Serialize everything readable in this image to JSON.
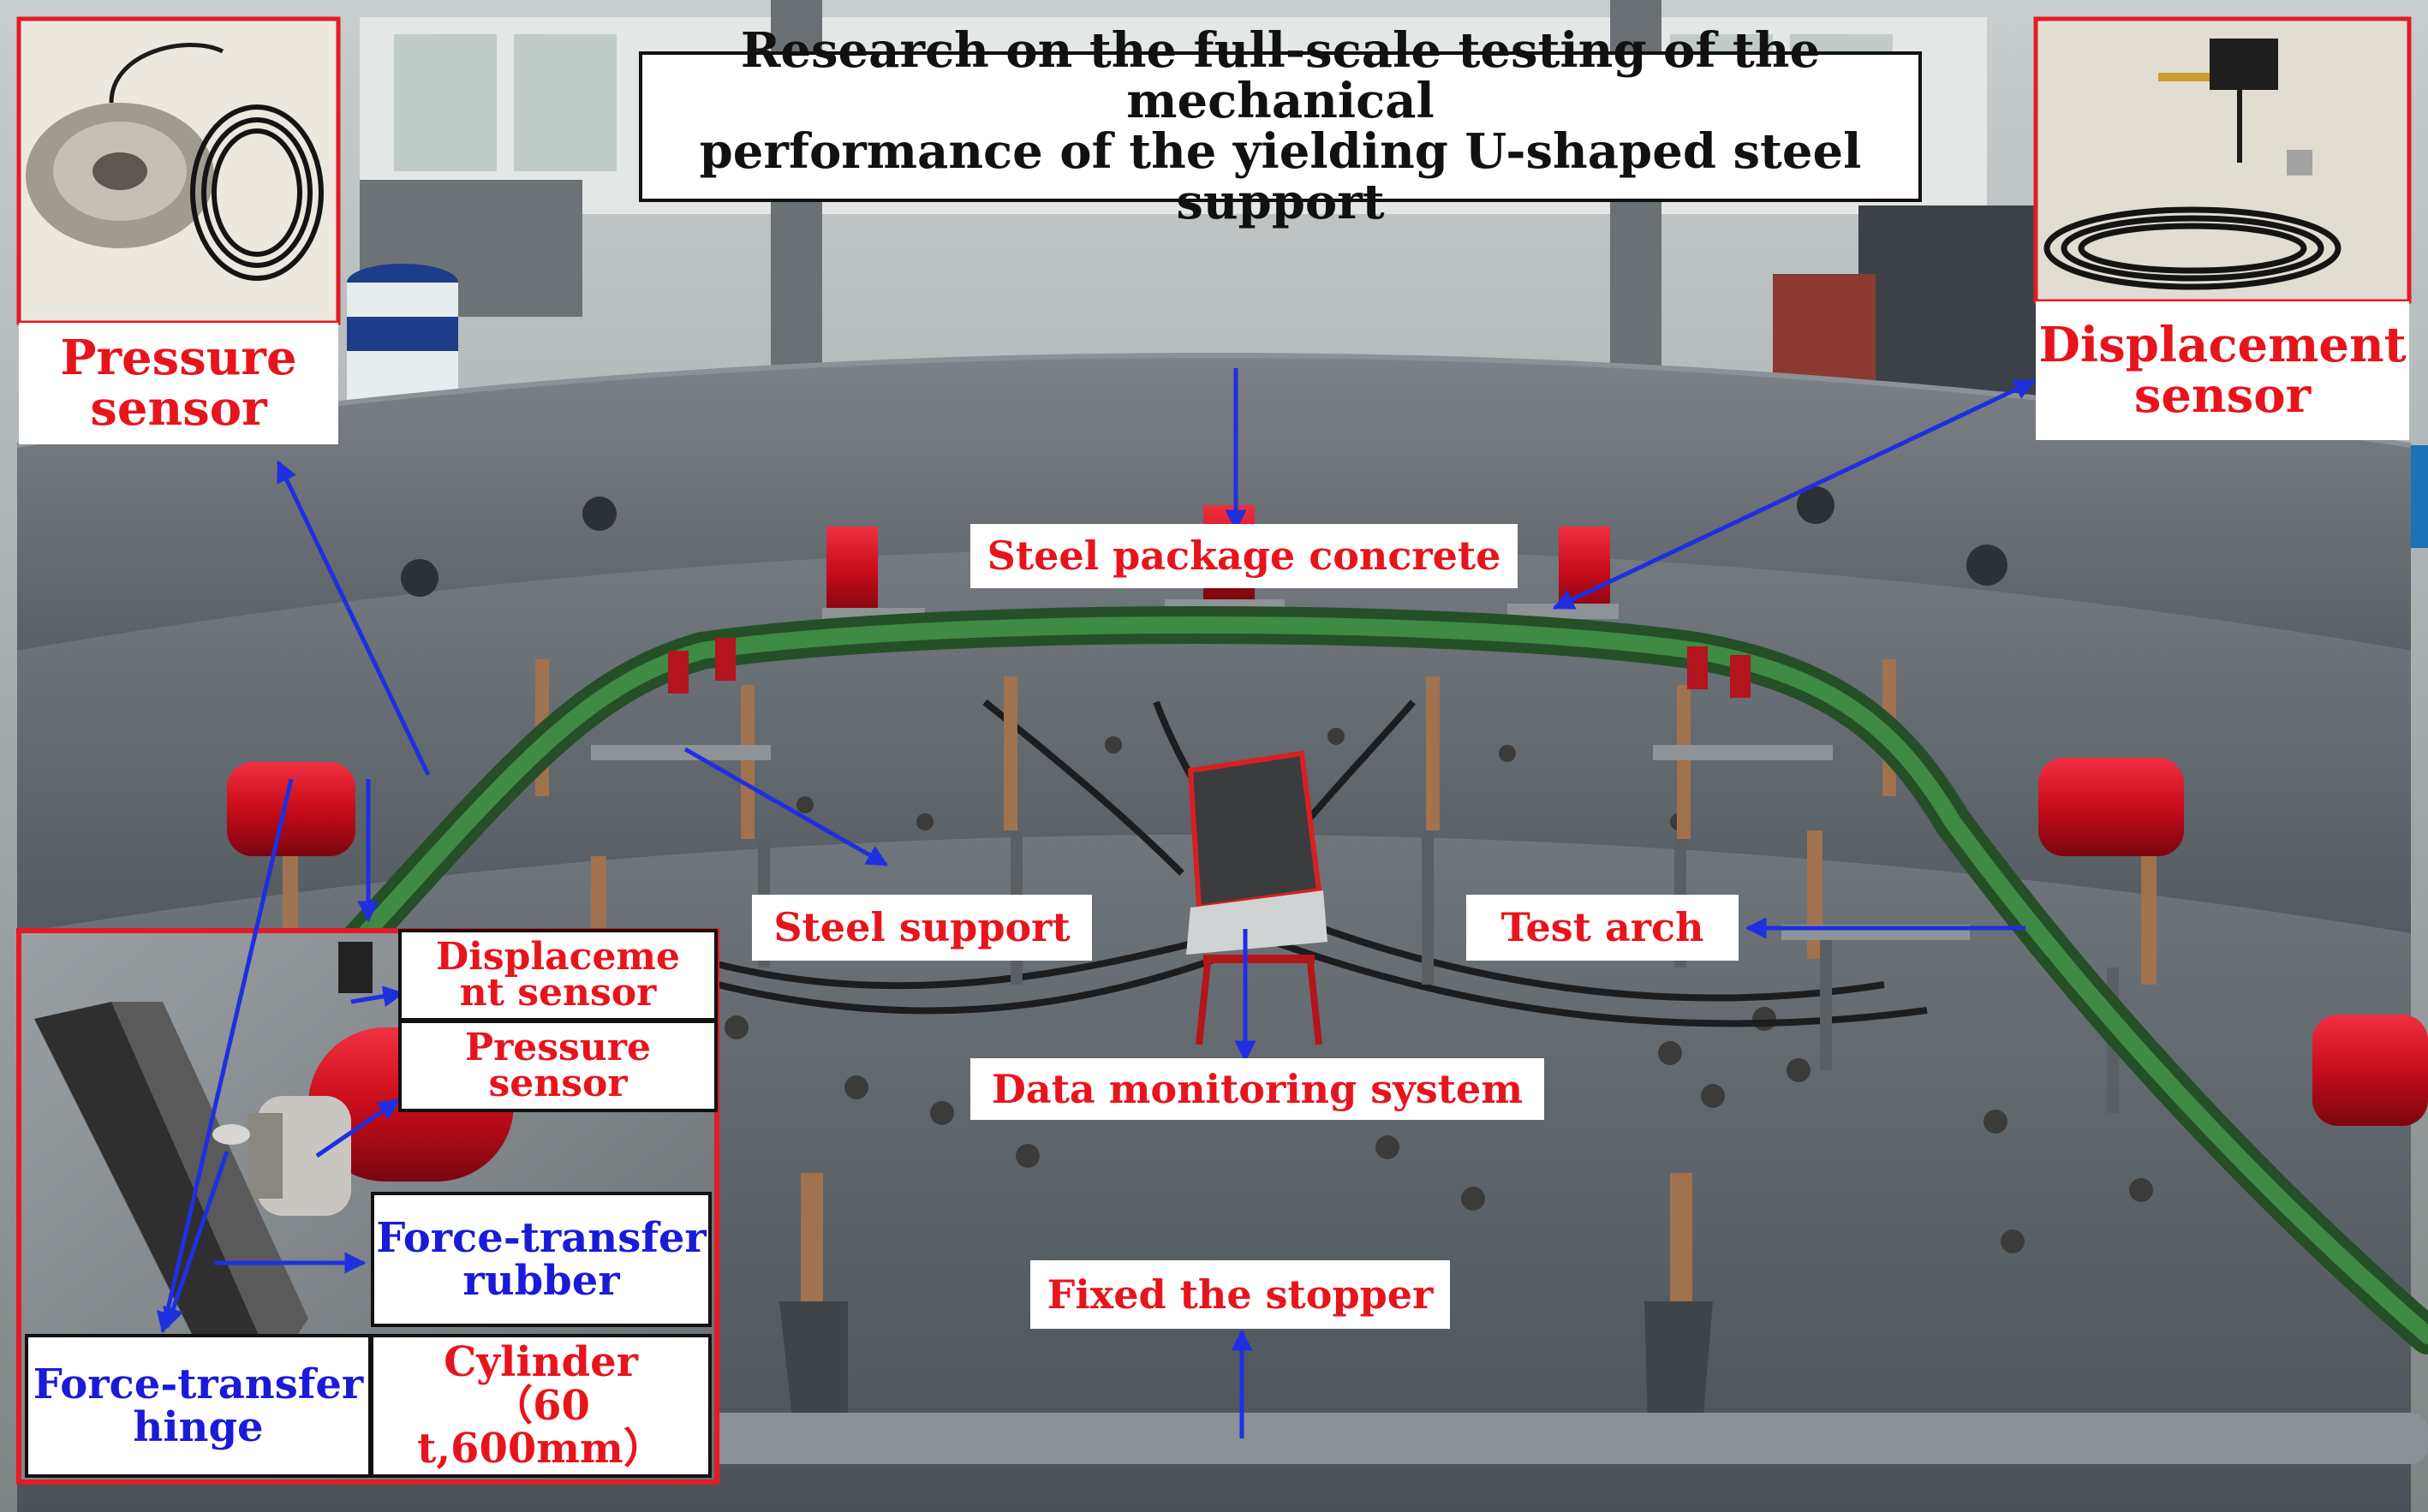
{
  "title": "Research on the full-scale testing of the mechanical\nperformance of the yielding U-shaped steel support",
  "labels": {
    "pressure_sensor": "Pressure\nsensor",
    "displacement_sensor": "Displacement\nsensor",
    "steel_package_concrete": "Steel package concrete",
    "steel_support": "Steel support",
    "test_arch": "Test arch",
    "data_monitoring_system": "Data monitoring system",
    "fixed_stopper": "Fixed the stopper"
  },
  "inset": {
    "displacement_sensor": "Displaceme\nnt sensor",
    "pressure_sensor": "Pressure\nsensor",
    "force_transfer_rubber": "Force-transfer\nrubber",
    "force_transfer_hinge": "Force-transfer\nhinge",
    "cylinder": "Cylinder\n（60 t,600mm）"
  },
  "colors": {
    "label_red": "#e8141c",
    "label_blue": "#1a1ad8",
    "arrow_blue": "#1f2fe0",
    "inset_border": "#e31b23",
    "steel_grey": "#5c6268",
    "arch_green": "#2f6b33",
    "cylinder_red": "#d0101e"
  }
}
